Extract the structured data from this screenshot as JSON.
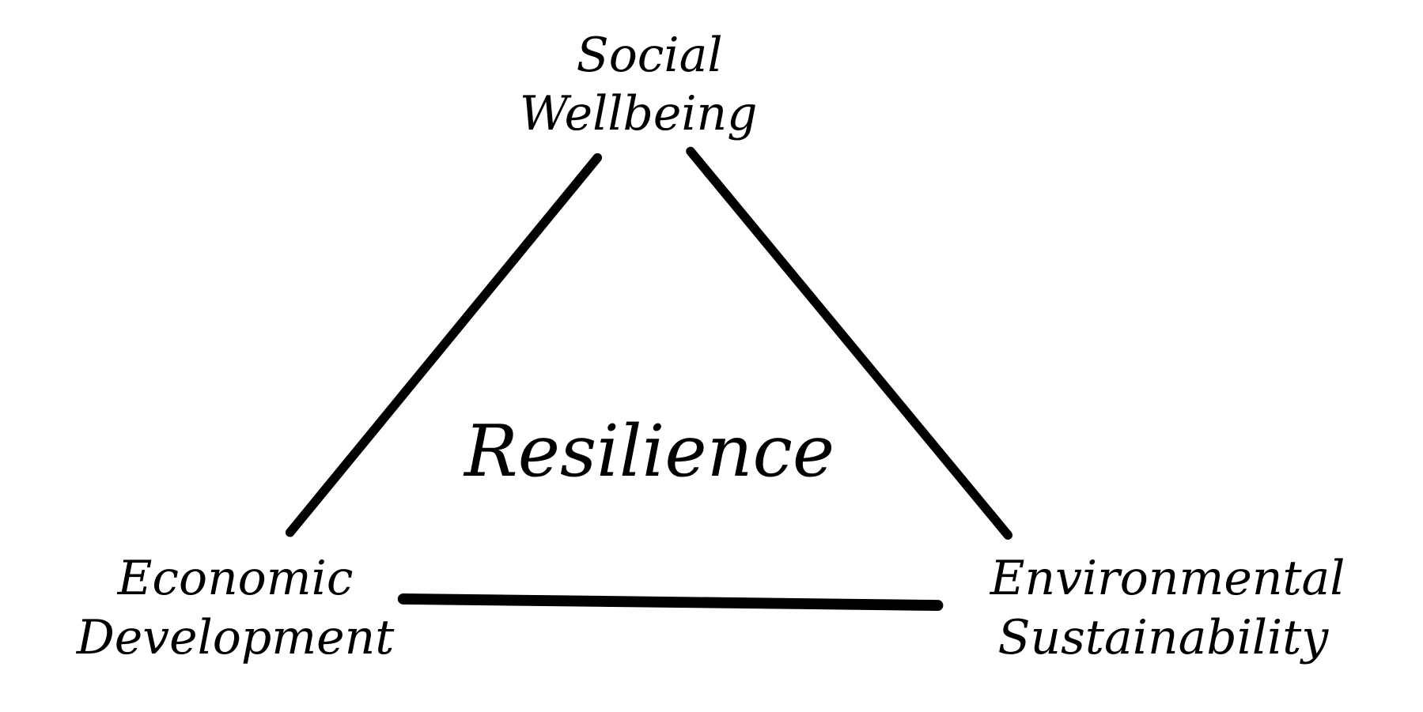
{
  "diagram": {
    "center_label": "Resilience",
    "nodes": {
      "top": {
        "line1": "Social",
        "line2": "Wellbeing"
      },
      "left": {
        "line1": "Economic",
        "line2": "Development"
      },
      "right": {
        "line1": "Environmental",
        "line2": "Sustainability"
      }
    },
    "stroke_color": "#000000",
    "background_color": "#ffffff"
  }
}
